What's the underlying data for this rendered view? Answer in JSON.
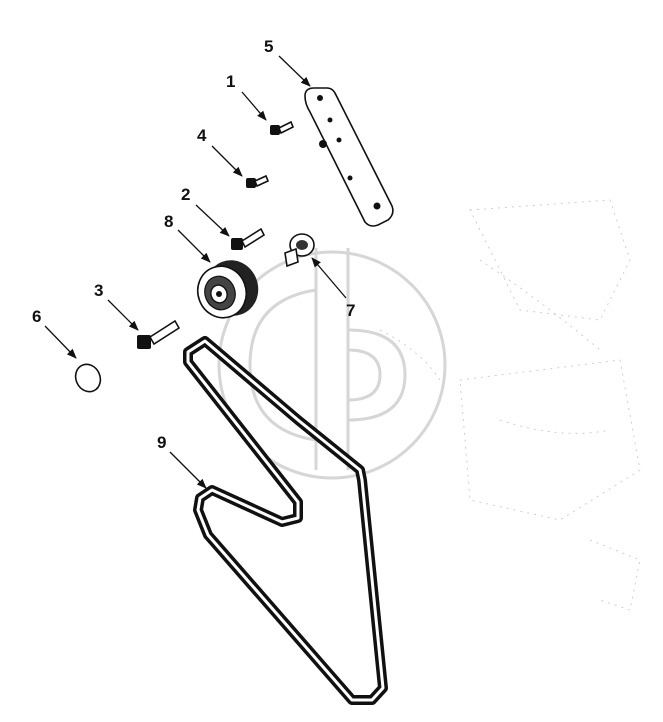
{
  "colors": {
    "line": "#111111",
    "watermark": "#d6d6d6",
    "background": "#ffffff"
  },
  "watermark": {
    "icon": "gp-logo-icon"
  },
  "callouts": [
    {
      "id": "c1",
      "label": "1"
    },
    {
      "id": "c2",
      "label": "2"
    },
    {
      "id": "c3",
      "label": "3"
    },
    {
      "id": "c4",
      "label": "4"
    },
    {
      "id": "c5",
      "label": "5"
    },
    {
      "id": "c6",
      "label": "6"
    },
    {
      "id": "c7",
      "label": "7"
    },
    {
      "id": "c8",
      "label": "8"
    },
    {
      "id": "c9",
      "label": "9"
    }
  ]
}
